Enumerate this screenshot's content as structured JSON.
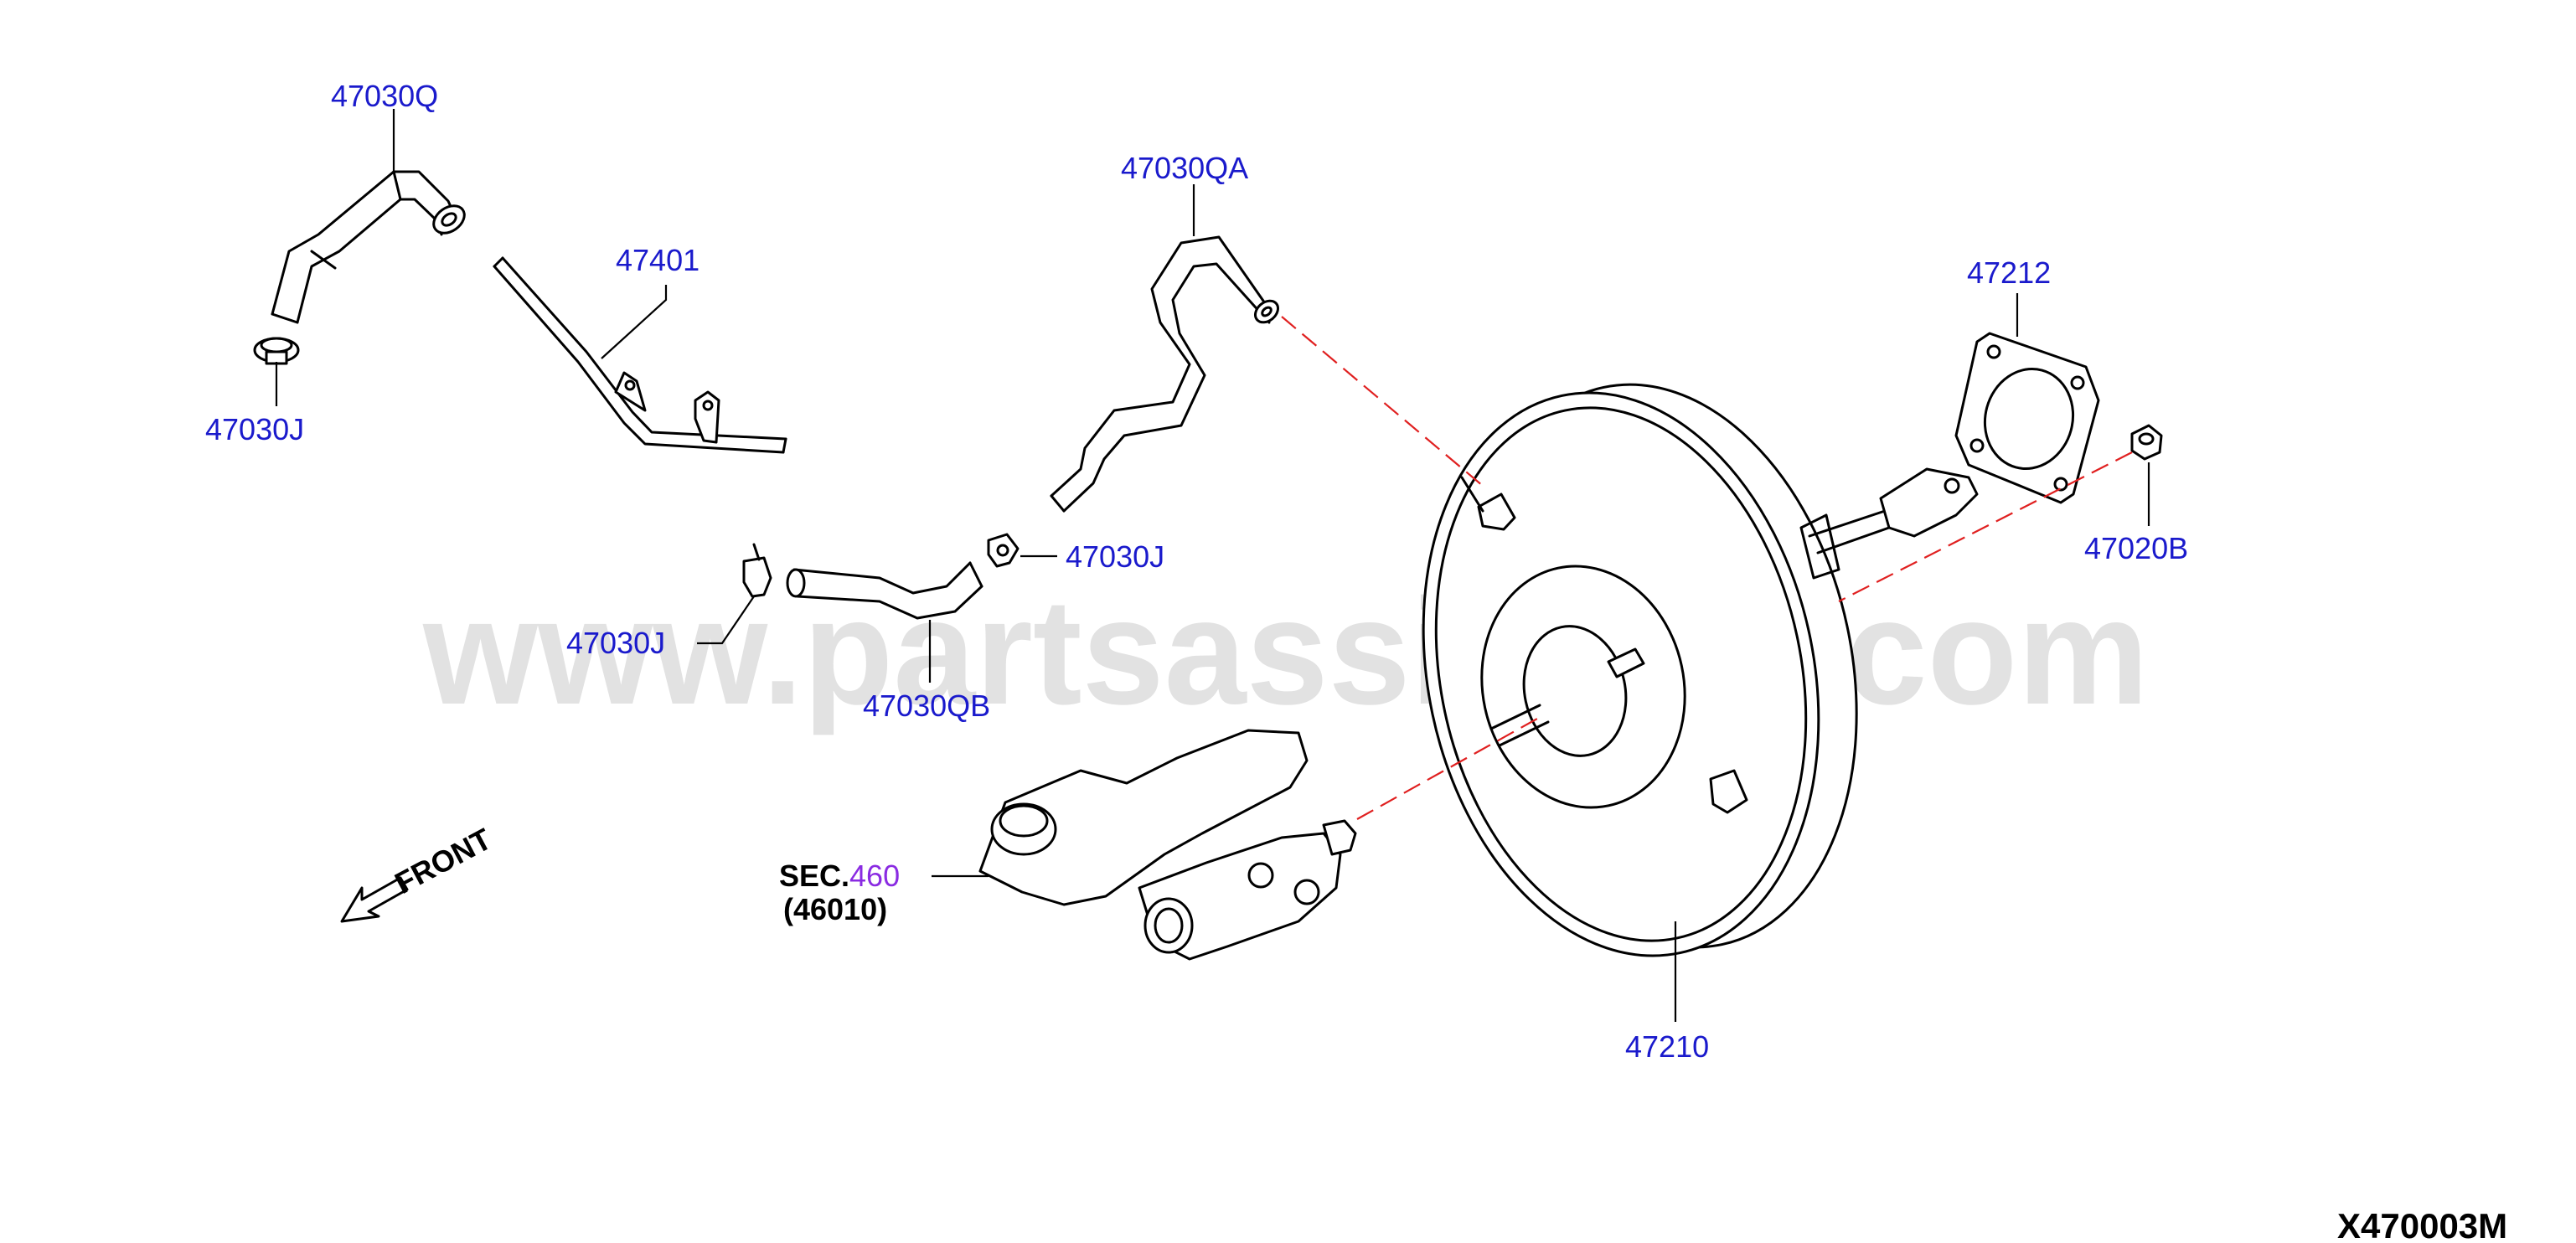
{
  "watermark": "www.partsassistant.com",
  "diagram_code": "X470003M",
  "front_label": "FRONT",
  "section_ref": {
    "prefix": "SEC.",
    "number": "460",
    "sub": "(46010)"
  },
  "callouts": {
    "p47030Q": "47030Q",
    "p47030J_top": "47030J",
    "p47401": "47401",
    "p47030QA": "47030QA",
    "p47212": "47212",
    "p47020B": "47020B",
    "p47030J_right": "47030J",
    "p47030J_left": "47030J",
    "p47030QB": "47030QB",
    "p47210": "47210"
  },
  "colors": {
    "callout": "#1a1acc",
    "section_number": "#8a2be2",
    "dash_line": "#e02020"
  }
}
